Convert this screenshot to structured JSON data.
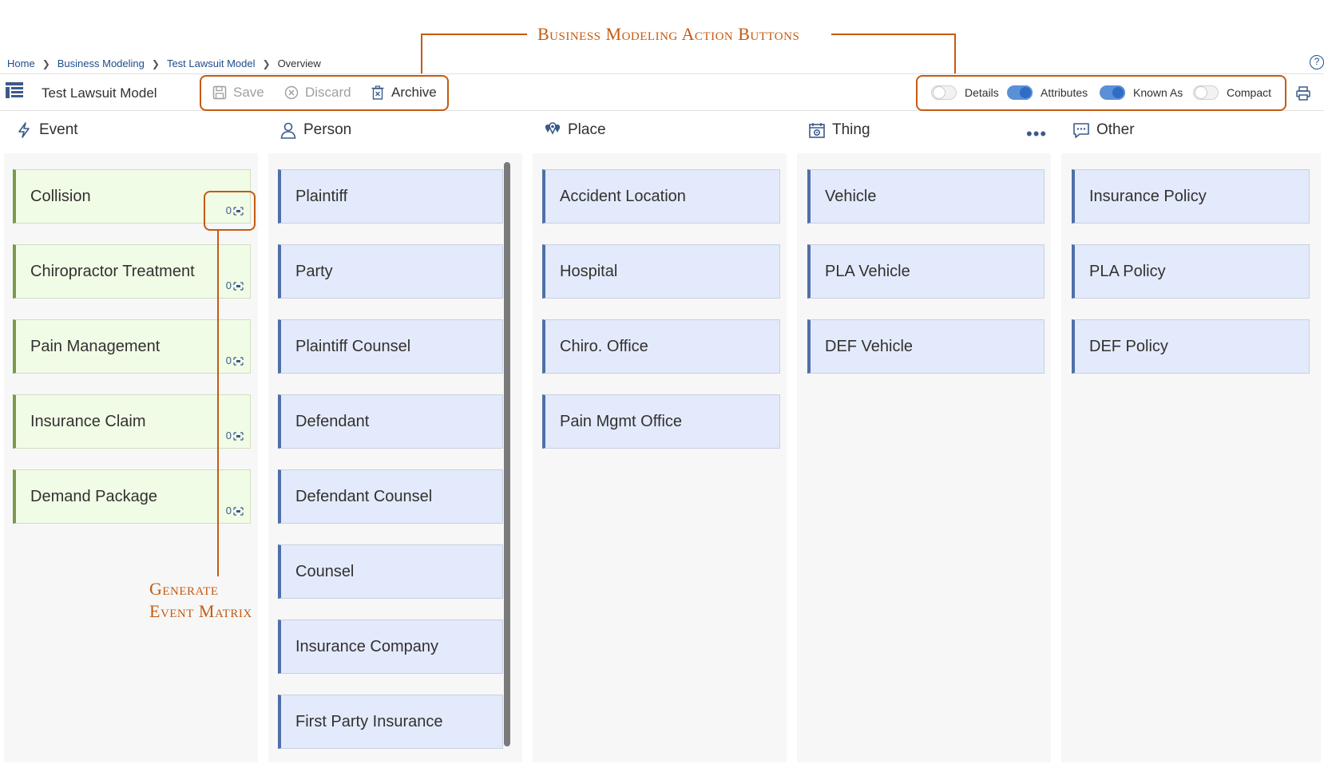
{
  "annotations": {
    "action_buttons_title": "Business Modeling Action Buttons",
    "matrix_title_line1": "Generate",
    "matrix_title_line2": "Event Matrix",
    "color": "#c55a11"
  },
  "breadcrumb": {
    "items": [
      "Home",
      "Business Modeling",
      "Test Lawsuit Model"
    ],
    "current": "Overview"
  },
  "help_icon": "?",
  "toolbar": {
    "model_title": "Test Lawsuit Model",
    "save_label": "Save",
    "discard_label": "Discard",
    "archive_label": "Archive",
    "toggles": [
      {
        "label": "Details",
        "on": false
      },
      {
        "label": "Attributes",
        "on": true
      },
      {
        "label": "Known As",
        "on": true
      },
      {
        "label": "Compact",
        "on": false
      }
    ]
  },
  "columns": {
    "event": {
      "title": "Event",
      "icon": "lightning-icon",
      "items": [
        {
          "label": "Collision",
          "count": "0"
        },
        {
          "label": "Chiropractor Treatment",
          "count": "0"
        },
        {
          "label": "Pain Management",
          "count": "0"
        },
        {
          "label": "Insurance Claim",
          "count": "0"
        },
        {
          "label": "Demand Package",
          "count": "0"
        }
      ]
    },
    "person": {
      "title": "Person",
      "icon": "person-icon",
      "items": [
        "Plaintiff",
        "Party",
        "Plaintiff Counsel",
        "Defendant",
        "Defendant Counsel",
        "Counsel",
        "Insurance Company",
        "First Party Insurance"
      ]
    },
    "place": {
      "title": "Place",
      "icon": "map-pin-icon",
      "items": [
        "Accident Location",
        "Hospital",
        "Chiro. Office",
        "Pain Mgmt Office"
      ]
    },
    "thing": {
      "title": "Thing",
      "icon": "calendar-gear-icon",
      "more": "•••",
      "items": [
        "Vehicle",
        "PLA Vehicle",
        "DEF Vehicle"
      ]
    },
    "other": {
      "title": "Other",
      "icon": "chat-icon",
      "items": [
        "Insurance Policy",
        "PLA Policy",
        "DEF Policy"
      ]
    }
  },
  "colors": {
    "event_card_bg": "#f1fce6",
    "card_bg": "#e3eafb",
    "accent": "#4f6fa8",
    "link": "#1f4e8c"
  }
}
